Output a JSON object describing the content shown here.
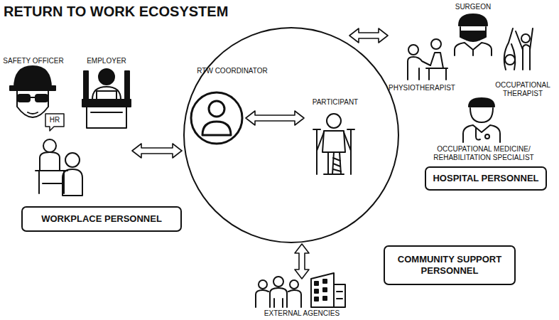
{
  "diagram": {
    "title": "RETURN TO WORK ECOSYSTEM",
    "nodes": [
      {
        "text": []
      },
      {
        "text": [
          "RTW COORDINATOR"
        ],
        "in": 0
      },
      {
        "text": [
          "PARTICIPANT"
        ],
        "in": 0
      },
      {
        "text": [
          "WORKPLACE PERSONNEL"
        ]
      },
      {
        "text": [
          "HOSPITAL PERSONNEL"
        ]
      },
      {
        "text": [
          "COMMUNITY SUPPORT PERSONNEL"
        ]
      }
    ],
    "edges": [
      {
        "from": 0,
        "to": 3,
        "arrow": "both"
      },
      {
        "from": 0,
        "to": 4,
        "arrow": "both"
      },
      {
        "from": 0,
        "to": 5,
        "arrow": "both"
      },
      {
        "from": 1,
        "to": 2,
        "arrow": "both"
      }
    ],
    "labels": [
      "SAFETY OFFICER",
      "EMPLOYER",
      "HR",
      "SURGEON",
      "PHYSIOTHERAPIST",
      "OCCUPATIONAL THERAPIST",
      "OCCUPATIONAL MEDICINE/ REHABILITATION SPECIALIST",
      "EXTERNAL AGENCIES"
    ]
  }
}
